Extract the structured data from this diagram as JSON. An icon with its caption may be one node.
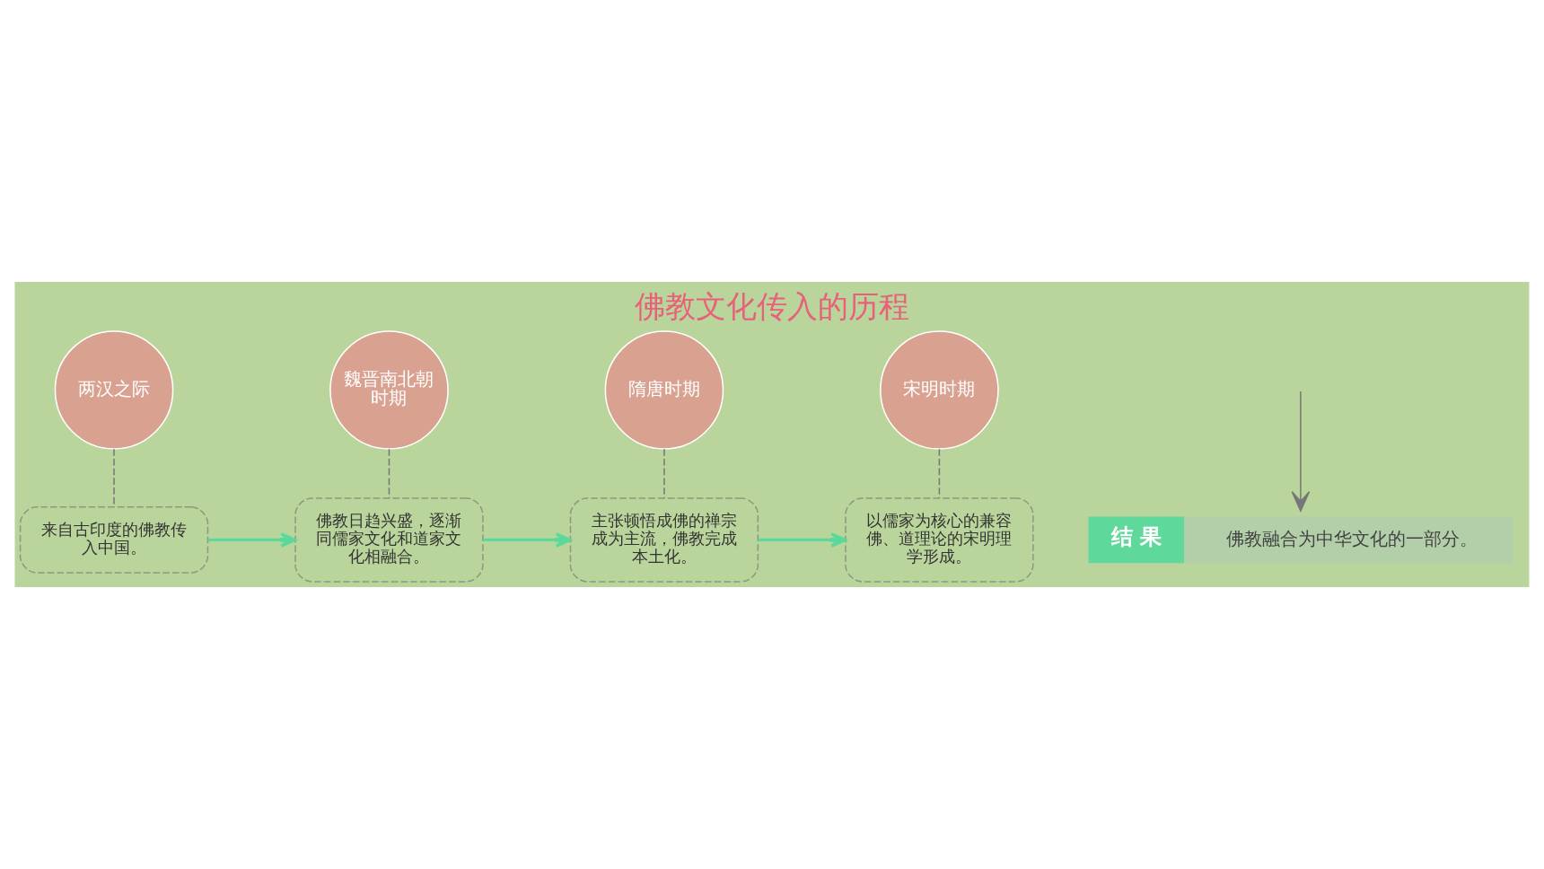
{
  "diagram": {
    "title": "佛教文化传入的历程",
    "nodes": [
      {
        "text": [
          "两汉之际"
        ]
      },
      {
        "text": [
          "来自古印度的佛教传入中国。"
        ]
      },
      {
        "text": [
          "魏晋南北朝时期"
        ]
      },
      {
        "text": [
          "佛教日趋兴盛，逐渐同儒家文化和道家文化相融合。"
        ]
      },
      {
        "text": [
          "隋唐时期"
        ]
      },
      {
        "text": [
          "主张顿悟成佛的禅宗成为主流，佛教完成本土化。"
        ]
      },
      {
        "text": [
          "宋明时期"
        ]
      },
      {
        "text": [
          "以儒家为核心的兼容佛、道理论的宋明理学形成。"
        ]
      },
      {
        "text": [
          "结 果",
          "佛教融合为中华文化的一部分。"
        ]
      }
    ],
    "edges": [
      {
        "from": 0,
        "to": 1,
        "arrow": "none",
        "style": "dashed"
      },
      {
        "from": 2,
        "to": 3,
        "arrow": "none",
        "style": "dashed"
      },
      {
        "from": 4,
        "to": 5,
        "arrow": "none",
        "style": "dashed"
      },
      {
        "from": 6,
        "to": 7,
        "arrow": "none",
        "style": "dashed"
      },
      {
        "from": 1,
        "to": 3,
        "arrow": "to",
        "color": "#5ad99b"
      },
      {
        "from": 3,
        "to": 5,
        "arrow": "to",
        "color": "#5ad99b"
      },
      {
        "from": 5,
        "to": 7,
        "arrow": "to",
        "color": "#5ad99b"
      },
      {
        "from": null,
        "to": 8,
        "arrow": "to"
      }
    ]
  }
}
